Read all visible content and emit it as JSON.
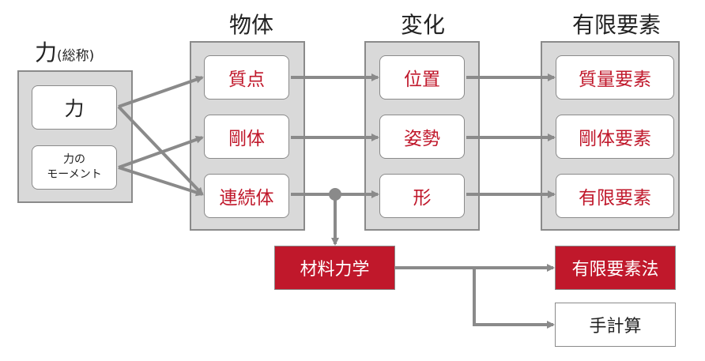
{
  "headings": {
    "force": "力",
    "force_note": "(総称)",
    "body": "物体",
    "change": "変化",
    "fem": "有限要素"
  },
  "force_group": {
    "force": "力",
    "moment_line1": "力の",
    "moment_line2": "モーメント"
  },
  "body_group": [
    "質点",
    "剛体",
    "連続体"
  ],
  "change_group": [
    "位置",
    "姿勢",
    "形"
  ],
  "fem_group": [
    "質量要素",
    "剛体要素",
    "有限要素"
  ],
  "bottom": {
    "material_mechanics": "材料力学",
    "fem_method": "有限要素法",
    "hand_calc": "手計算"
  },
  "colors": {
    "accent_red": "#c0182b",
    "group_bg": "#d9d9d9",
    "arrow_gray": "#8a8a8a"
  }
}
